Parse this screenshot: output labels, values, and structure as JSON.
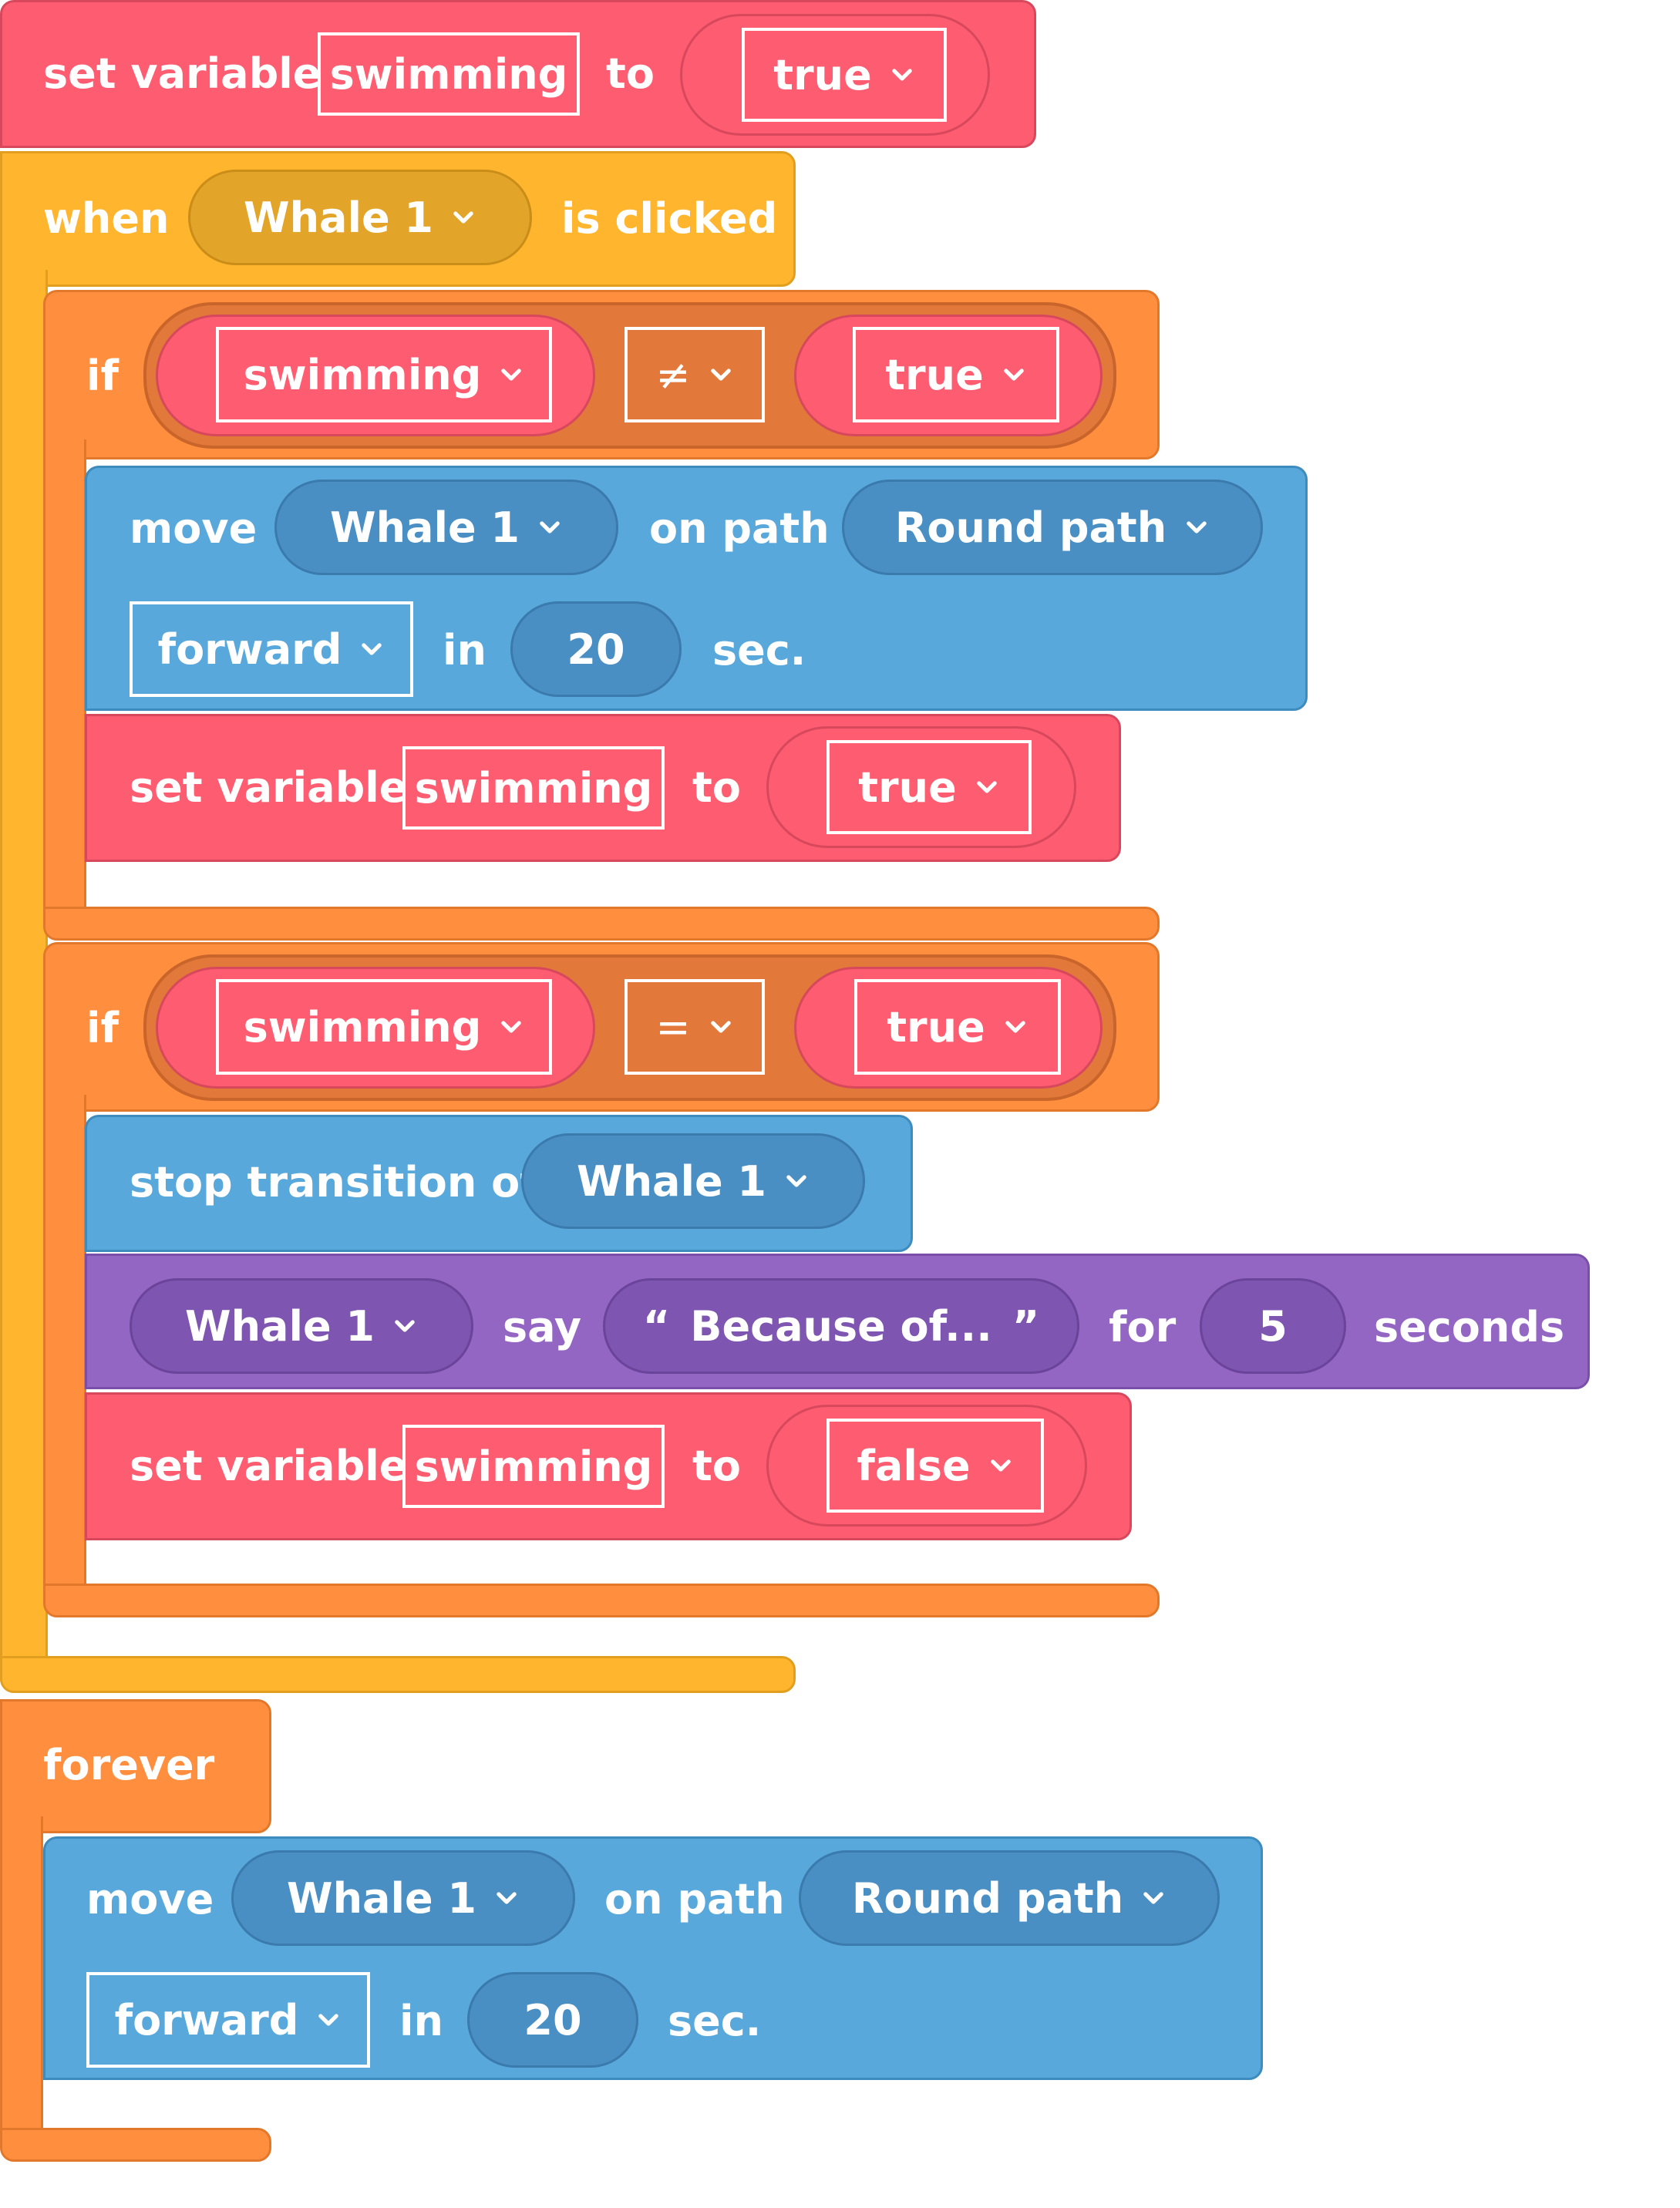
{
  "colors": {
    "variable_red": "#FE5C70",
    "event_yellow": "#FFB52D",
    "control_orange": "#FF8F3F",
    "motion_blue": "#58A8DB",
    "looks_purple": "#9466C4"
  },
  "block_set_var_1": {
    "label": "set variable",
    "variable": "swimming",
    "to_label": "to",
    "value": "true"
  },
  "block_when": {
    "label": "when",
    "object": "Whale 1",
    "suffix": "is clicked"
  },
  "if_1": {
    "label": "if",
    "left": "swimming",
    "operator": "≠",
    "right": "true"
  },
  "move_1": {
    "label": "move",
    "object": "Whale 1",
    "on_path_label": "on path",
    "path": "Round path",
    "direction": "forward",
    "in_label": "in",
    "duration": "20",
    "unit": "sec."
  },
  "set_var_2": {
    "label": "set variable",
    "variable": "swimming",
    "to_label": "to",
    "value": "true"
  },
  "if_2": {
    "label": "if",
    "left": "swimming",
    "operator": "=",
    "right": "true"
  },
  "stop_transition": {
    "label": "stop transition of",
    "object": "Whale 1"
  },
  "say": {
    "object": "Whale 1",
    "say_label": "say",
    "open_quote": "“",
    "message": "Because of...",
    "close_quote": "”",
    "for_label": "for",
    "duration": "5",
    "unit": "seconds"
  },
  "set_var_3": {
    "label": "set variable",
    "variable": "swimming",
    "to_label": "to",
    "value": "false"
  },
  "forever": {
    "label": "forever"
  },
  "move_2": {
    "label": "move",
    "object": "Whale 1",
    "on_path_label": "on path",
    "path": "Round path",
    "direction": "forward",
    "in_label": "in",
    "duration": "20",
    "unit": "sec."
  }
}
